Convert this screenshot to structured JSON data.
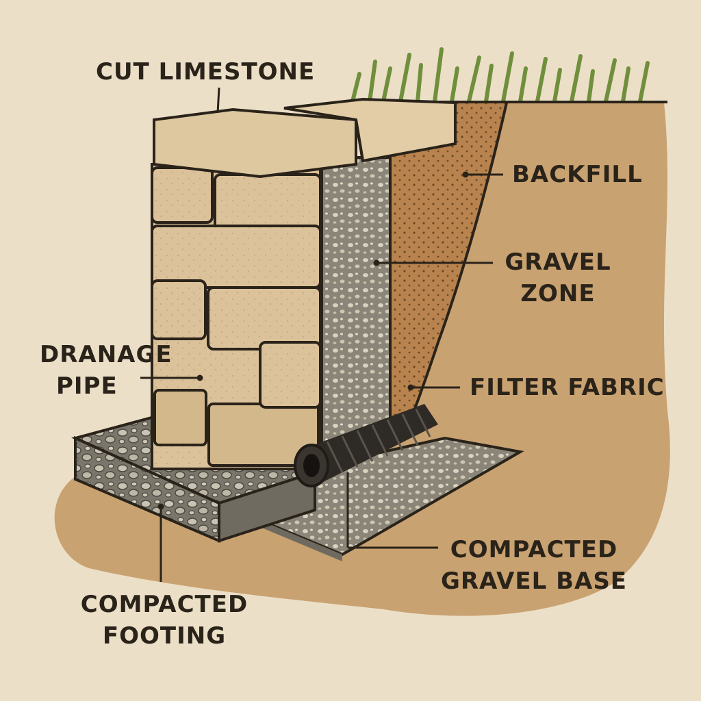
{
  "labels": {
    "cut_limestone": "CUT LIMESTONE",
    "backfill": "BACKFILL",
    "gravel_zone": [
      "GRAVEL",
      "ZONE"
    ],
    "drainage_pipe": [
      "DRANAGE",
      "PIPE"
    ],
    "filter_fabric": "FILTER FABRIC",
    "compacted_gravel_base": [
      "COMPACTED",
      "GRAVEL BASE"
    ],
    "compacted_footing": [
      "COMPACTED",
      "FOOTING"
    ]
  },
  "colors": {
    "background": "#ecdfc7",
    "soil": "#c9a271",
    "backfill": "#b8834e",
    "gravel": "#8a8578",
    "limestone": "#dcc29a",
    "grass": "#6f8f3c",
    "pipe": "#2e2a25",
    "outline": "#2a231a"
  }
}
